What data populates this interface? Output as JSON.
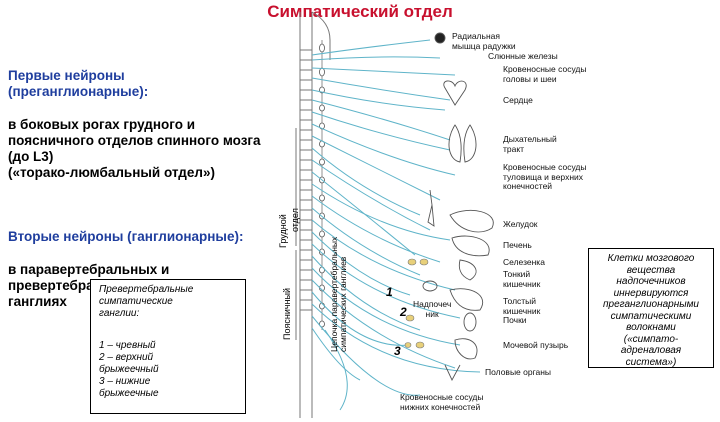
{
  "title": "Симпатический отдел",
  "left": {
    "first_heading": [
      "Первые нейроны",
      "(преганглионарные):"
    ],
    "first_body": [
      "в боковых рогах грудного и",
      "поясничного отделов спинного мозга",
      "(до L3)",
      "(«торако-люмбальный отдел»)"
    ],
    "second_heading": "Вторые нейроны (ганглионарные):",
    "second_body": [
      "в паравертебральных и",
      "превертебральных симпатических",
      "ганглиях"
    ]
  },
  "legend_box": {
    "heading": [
      "Превертебральные",
      "симпатические",
      "ганглии:"
    ],
    "items": [
      "1 – чревный",
      "2 – верхний",
      "брыжеечный",
      "3 – нижние",
      "брыжеечные"
    ]
  },
  "spine_labels": {
    "thoracic": [
      "Грудной",
      "отдел"
    ],
    "lumbar": "Поясничный",
    "chain": [
      "Цепочка паравертебральных",
      "симпатических ганглиев"
    ]
  },
  "ganglia_numbers": [
    "1",
    "2",
    "3"
  ],
  "organs": {
    "radial_muscle": [
      "Радиальная",
      "мышца радужки"
    ],
    "salivary": "Слюнные железы",
    "head_vessels": [
      "Кровеносные сосуды",
      "головы и шеи"
    ],
    "heart": "Сердце",
    "respiratory": [
      "Дыхательный",
      "тракт"
    ],
    "trunk_vessels": [
      "Кровеносные сосуды",
      "туловища и верхних",
      "конечностей"
    ],
    "stomach": "Желудок",
    "liver": "Печень",
    "spleen": "Селезенка",
    "small_intestine": [
      "Тонкий",
      "кишечник"
    ],
    "adrenal": [
      "Надпочеч",
      "ник"
    ],
    "large_intestine": [
      "Толстый",
      "кишечник"
    ],
    "kidneys": "Почки",
    "bladder": "Мочевой пузырь",
    "genitals": "Половые органы",
    "limb_vessels": [
      "Кровеносные сосуды",
      "нижних конечностей"
    ]
  },
  "note_box": [
    "Клетки мозгового",
    "вещества",
    "надпочечников",
    "иннервируются",
    "преганглионарными",
    "симпатическими",
    "волокнами",
    "(«симпато-",
    "адреналовая",
    "система»)"
  ],
  "colors": {
    "title": "#c8102e",
    "heading": "#1f3e9e",
    "fibers": "#5fb4c9",
    "spine": "#777777"
  }
}
